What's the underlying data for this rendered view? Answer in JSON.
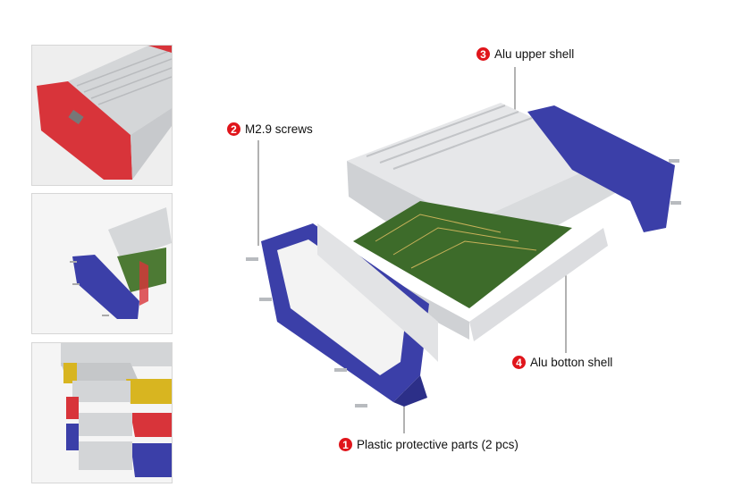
{
  "callouts": [
    {
      "number": "1",
      "label": "Plastic protective parts (2 pcs)"
    },
    {
      "number": "2",
      "label": "M2.9 screws"
    },
    {
      "number": "3",
      "label": "Alu upper shell"
    },
    {
      "number": "4",
      "label": "Alu botton shell"
    }
  ],
  "colors": {
    "badge": "#e0151b",
    "plastic_blue": "#3b3fa8",
    "plastic_red": "#d8343a",
    "plastic_yellow": "#d8b520",
    "aluminum": "#d9dadc",
    "pcb": "#3d6b2a"
  }
}
